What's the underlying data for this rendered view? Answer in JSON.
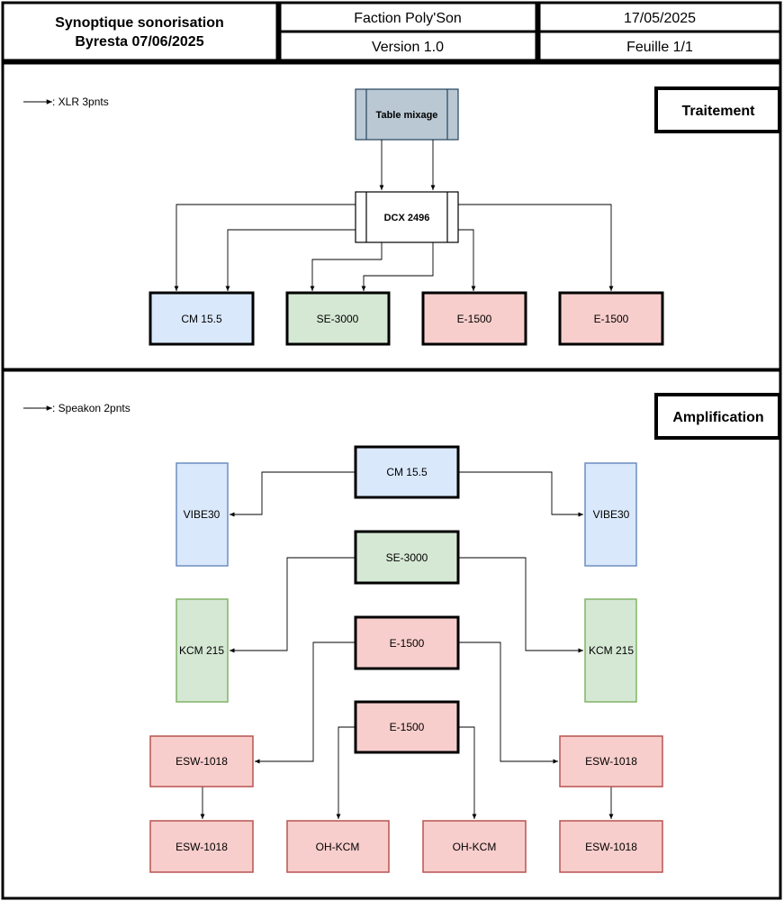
{
  "header": {
    "title_line1": "Synoptique sonorisation",
    "title_line2": "Byresta 07/06/2025",
    "organizer": "Faction Poly'Son",
    "version": "Version 1.0",
    "date": "17/05/2025",
    "sheet": "Feuille 1/1"
  },
  "traitement": {
    "section_title": "Traitement",
    "legend": ": XLR 3pnts",
    "table_mixage": "Table mixage",
    "dcx": "DCX 2496",
    "outputs": [
      "CM 15.5",
      "SE-3000",
      "E-1500",
      "E-1500"
    ]
  },
  "amplification": {
    "section_title": "Amplification",
    "legend": ": Speakon 2pnts",
    "amps": [
      "CM 15.5",
      "SE-3000",
      "E-1500",
      "E-1500"
    ],
    "vibe_left": "VIBE30",
    "vibe_right": "VIBE30",
    "kcm_left": "KCM 215",
    "kcm_right": "KCM 215",
    "esw_left_top": "ESW-1018",
    "esw_right_top": "ESW-1018",
    "esw_left_bottom": "ESW-1018",
    "ohkcm_left": "OH-KCM",
    "ohkcm_right": "OH-KCM",
    "esw_right_bottom": "ESW-1018"
  },
  "colors": {
    "blue_fill": "#dae8fc",
    "blue_stroke": "#6c8ebf",
    "green_fill": "#d5e8d4",
    "green_stroke": "#82b366",
    "red_fill": "#f8cecc",
    "red_stroke": "#b85450",
    "mixer_fill": "#bac8d3",
    "mixer_stroke": "#23445d"
  }
}
